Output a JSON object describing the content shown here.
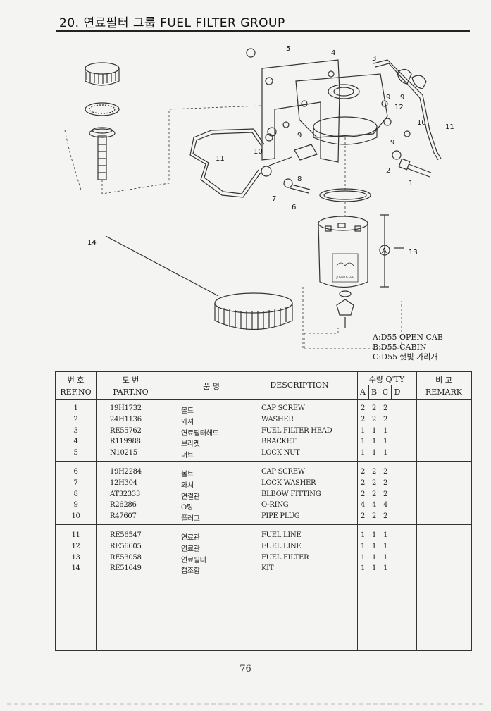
{
  "header": {
    "title": "20. 연료필터 그룹  FUEL FILTER GROUP"
  },
  "diagram": {
    "callouts": [
      "1",
      "2",
      "3",
      "4",
      "5",
      "6",
      "7",
      "8",
      "9",
      "9",
      "9",
      "9",
      "10",
      "10",
      "11",
      "11",
      "12",
      "13",
      "14"
    ],
    "filter_brand": "JOHN DEERE",
    "dimension_label": "A"
  },
  "legend": [
    "A:D55 OPEN CAB",
    "B:D55 CABIN",
    "C:D55 햇빛 가리개"
  ],
  "table": {
    "headers": {
      "ref_ko": "번 호",
      "ref_en": "REF.NO",
      "part_ko": "도 번",
      "part_en": "PART.NO",
      "name_ko": "품 명",
      "desc": "DESCRIPTION",
      "qty": "수량 Q'TY",
      "qty_a": "A",
      "qty_b": "B",
      "qty_c": "C",
      "qty_d": "D",
      "remark_ko": "비 고",
      "remark_en": "REMARK"
    },
    "rows": [
      {
        "ref": "1",
        "part": "19H1732",
        "name": "볼트",
        "desc": "CAP SCREW",
        "a": "2",
        "b": "2",
        "c": "2"
      },
      {
        "ref": "2",
        "part": "24H1136",
        "name": "와셔",
        "desc": "WASHER",
        "a": "2",
        "b": "2",
        "c": "2"
      },
      {
        "ref": "3",
        "part": "RE55762",
        "name": "연료필터헤드",
        "desc": "FUEL FILTER HEAD",
        "a": "1",
        "b": "1",
        "c": "1"
      },
      {
        "ref": "4",
        "part": "R119988",
        "name": "브라켓",
        "desc": "BRACKET",
        "a": "1",
        "b": "1",
        "c": "1"
      },
      {
        "ref": "5",
        "part": "N10215",
        "name": "너트",
        "desc": "LOCK NUT",
        "a": "1",
        "b": "1",
        "c": "1"
      },
      {
        "ref": "6",
        "part": "19H2284",
        "name": "볼트",
        "desc": "CAP SCREW",
        "a": "2",
        "b": "2",
        "c": "2"
      },
      {
        "ref": "7",
        "part": "12H304",
        "name": "와셔",
        "desc": "LOCK WASHER",
        "a": "2",
        "b": "2",
        "c": "2"
      },
      {
        "ref": "8",
        "part": "AT32333",
        "name": "연결관",
        "desc": "BLBOW FITTING",
        "a": "2",
        "b": "2",
        "c": "2"
      },
      {
        "ref": "9",
        "part": "R26286",
        "name": "O링",
        "desc": "O-RING",
        "a": "4",
        "b": "4",
        "c": "4"
      },
      {
        "ref": "10",
        "part": "R47607",
        "name": "플러그",
        "desc": "PIPE PLUG",
        "a": "2",
        "b": "2",
        "c": "2"
      },
      {
        "ref": "11",
        "part": "RE56547",
        "name": "연료관",
        "desc": "FUEL LINE",
        "a": "1",
        "b": "1",
        "c": "1"
      },
      {
        "ref": "12",
        "part": "RE56605",
        "name": "연료관",
        "desc": "FUEL LINE",
        "a": "1",
        "b": "1",
        "c": "1"
      },
      {
        "ref": "13",
        "part": "RE53058",
        "name": "연료필터",
        "desc": "FUEL FILTER",
        "a": "1",
        "b": "1",
        "c": "1"
      },
      {
        "ref": "14",
        "part": "RE51649",
        "name": "캡조합",
        "desc": "KIT",
        "a": "1",
        "b": "1",
        "c": "1"
      }
    ]
  },
  "footer": {
    "page": "- 76 -"
  }
}
